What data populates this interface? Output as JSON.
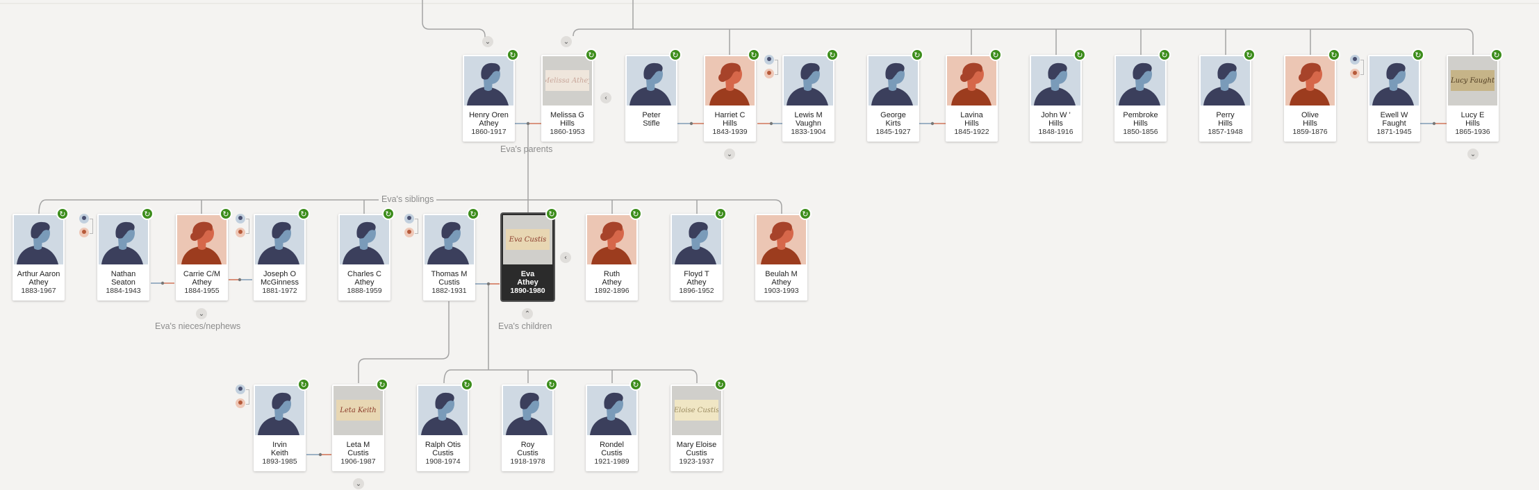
{
  "labels": {
    "parents": "Eva's parents",
    "siblings": "Eva's siblings",
    "nieces": "Eva's nieces/nephews",
    "children": "Eva's children"
  },
  "colors": {
    "line": "#a3a3a3",
    "male_spouse": "#7f9bb6",
    "female_spouse": "#d2765a",
    "hint": "#3d8d1c"
  },
  "icons": {
    "hint": "leaf-hint-icon",
    "expand": "chevron-down-icon",
    "collapse": "chevron-up-icon",
    "scroll": "chevron-left-icon"
  },
  "people": {
    "henry": {
      "first": "Henry Oren",
      "last": "Athey",
      "years": "1860-1917",
      "avatar": "male"
    },
    "melissa": {
      "first": "Melissa G",
      "last": "Hills",
      "years": "1860-1953",
      "avatar": "doc",
      "doc_text": "Melissa Athey"
    },
    "peter": {
      "first": "Peter",
      "last": "Stifle",
      "years": "",
      "avatar": "male"
    },
    "harriet": {
      "first": "Harriet C",
      "last": "Hills",
      "years": "1843-1939",
      "avatar": "female"
    },
    "lewis": {
      "first": "Lewis M",
      "last": "Vaughn",
      "years": "1833-1904",
      "avatar": "male"
    },
    "george": {
      "first": "George",
      "last": "Kirts",
      "years": "1845-1927",
      "avatar": "male"
    },
    "lavina": {
      "first": "Lavina",
      "last": "Hills",
      "years": "1845-1922",
      "avatar": "female"
    },
    "john": {
      "first": "John W '",
      "last": "Hills",
      "years": "1848-1916",
      "avatar": "male"
    },
    "pembroke": {
      "first": "Pembroke",
      "last": "Hills",
      "years": "1850-1856",
      "avatar": "male"
    },
    "perry": {
      "first": "Perry",
      "last": "Hills",
      "years": "1857-1948",
      "avatar": "male"
    },
    "olive": {
      "first": "Olive",
      "last": "Hills",
      "years": "1859-1876",
      "avatar": "female"
    },
    "ewell": {
      "first": "Ewell W",
      "last": "Faught",
      "years": "1871-1945",
      "avatar": "male"
    },
    "lucy": {
      "first": "Lucy E",
      "last": "Hills",
      "years": "1865-1936",
      "avatar": "doc",
      "doc_text": "Lucy Faught"
    },
    "arthur": {
      "first": "Arthur Aaron",
      "last": "Athey",
      "years": "1883-1967",
      "avatar": "male"
    },
    "nathan": {
      "first": "Nathan",
      "last": "Seaton",
      "years": "1884-1943",
      "avatar": "male"
    },
    "carrie": {
      "first": "Carrie C/M",
      "last": "Athey",
      "years": "1884-1955",
      "avatar": "female"
    },
    "joseph": {
      "first": "Joseph O",
      "last": "McGinness",
      "years": "1881-1972",
      "avatar": "male"
    },
    "charles": {
      "first": "Charles C",
      "last": "Athey",
      "years": "1888-1959",
      "avatar": "male"
    },
    "thomas": {
      "first": "Thomas M",
      "last": "Custis",
      "years": "1882-1931",
      "avatar": "male"
    },
    "eva": {
      "first": "Eva",
      "last": "Athey",
      "years": "1890-1980",
      "avatar": "doc",
      "doc_text": "Eva Custis"
    },
    "ruth": {
      "first": "Ruth",
      "last": "Athey",
      "years": "1892-1896",
      "avatar": "female"
    },
    "floyd": {
      "first": "Floyd T",
      "last": "Athey",
      "years": "1896-1952",
      "avatar": "male"
    },
    "beulah": {
      "first": "Beulah M",
      "last": "Athey",
      "years": "1903-1993",
      "avatar": "female"
    },
    "irvin": {
      "first": "Irvin",
      "last": "Keith",
      "years": "1893-1985",
      "avatar": "male"
    },
    "leta": {
      "first": "Leta M",
      "last": "Custis",
      "years": "1906-1987",
      "avatar": "doc",
      "doc_text": "Leta Keith"
    },
    "ralph": {
      "first": "Ralph Otis",
      "last": "Custis",
      "years": "1908-1974",
      "avatar": "male"
    },
    "roy": {
      "first": "Roy",
      "last": "Custis",
      "years": "1918-1978",
      "avatar": "male"
    },
    "rondel": {
      "first": "Rondel",
      "last": "Custis",
      "years": "1921-1989",
      "avatar": "male"
    },
    "mary": {
      "first": "Mary Eloise",
      "last": "Custis",
      "years": "1923-1937",
      "avatar": "doc",
      "doc_text": "Eloise Custis"
    }
  }
}
